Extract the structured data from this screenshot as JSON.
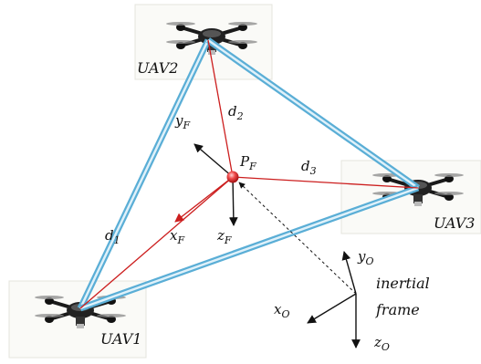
{
  "uavs": [
    {
      "label": "UAV1"
    },
    {
      "label": "UAV2"
    },
    {
      "label": "UAV3"
    }
  ],
  "formation_center": {
    "label": "P",
    "sub": "F"
  },
  "distances": [
    {
      "label": "d",
      "sub": "1"
    },
    {
      "label": "d",
      "sub": "2"
    },
    {
      "label": "d",
      "sub": "3"
    }
  ],
  "formation_frame": {
    "x_axis": {
      "label": "x",
      "sub": "F"
    },
    "y_axis": {
      "label": "y",
      "sub": "F"
    },
    "z_axis": {
      "label": "z",
      "sub": "F"
    }
  },
  "inertial_frame": {
    "x_axis": {
      "label": "x",
      "sub": "O"
    },
    "y_axis": {
      "label": "y",
      "sub": "O"
    },
    "z_axis": {
      "label": "z",
      "sub": "O"
    },
    "caption_line1": "inertial",
    "caption_line2": "frame"
  },
  "colors": {
    "link": "#5aaed6",
    "link_inner": "#dff1fa",
    "distance": "#cc1e1e",
    "axis": "#111111",
    "center": "#e0262a"
  }
}
